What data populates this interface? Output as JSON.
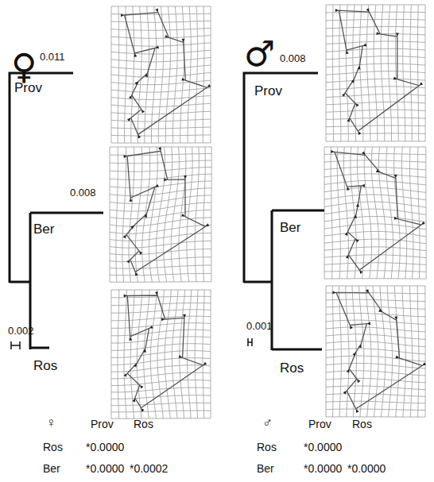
{
  "diagram": {
    "labels": [
      "♀",
      "0.011",
      "Prov",
      "0.008",
      "Ber",
      "0.002",
      "Ros",
      "♂",
      "0.008",
      "Prov",
      "Ber",
      "0.001",
      "Ros",
      "♀",
      "Prov",
      "Ros",
      "Ros",
      "*0.0000",
      "Ber",
      "*0.0000",
      "*0.0002",
      "♂",
      "Prov",
      "Ros",
      "Ros",
      "*0.0000",
      "Ber",
      "*0.0000",
      "*0.0000"
    ]
  }
}
